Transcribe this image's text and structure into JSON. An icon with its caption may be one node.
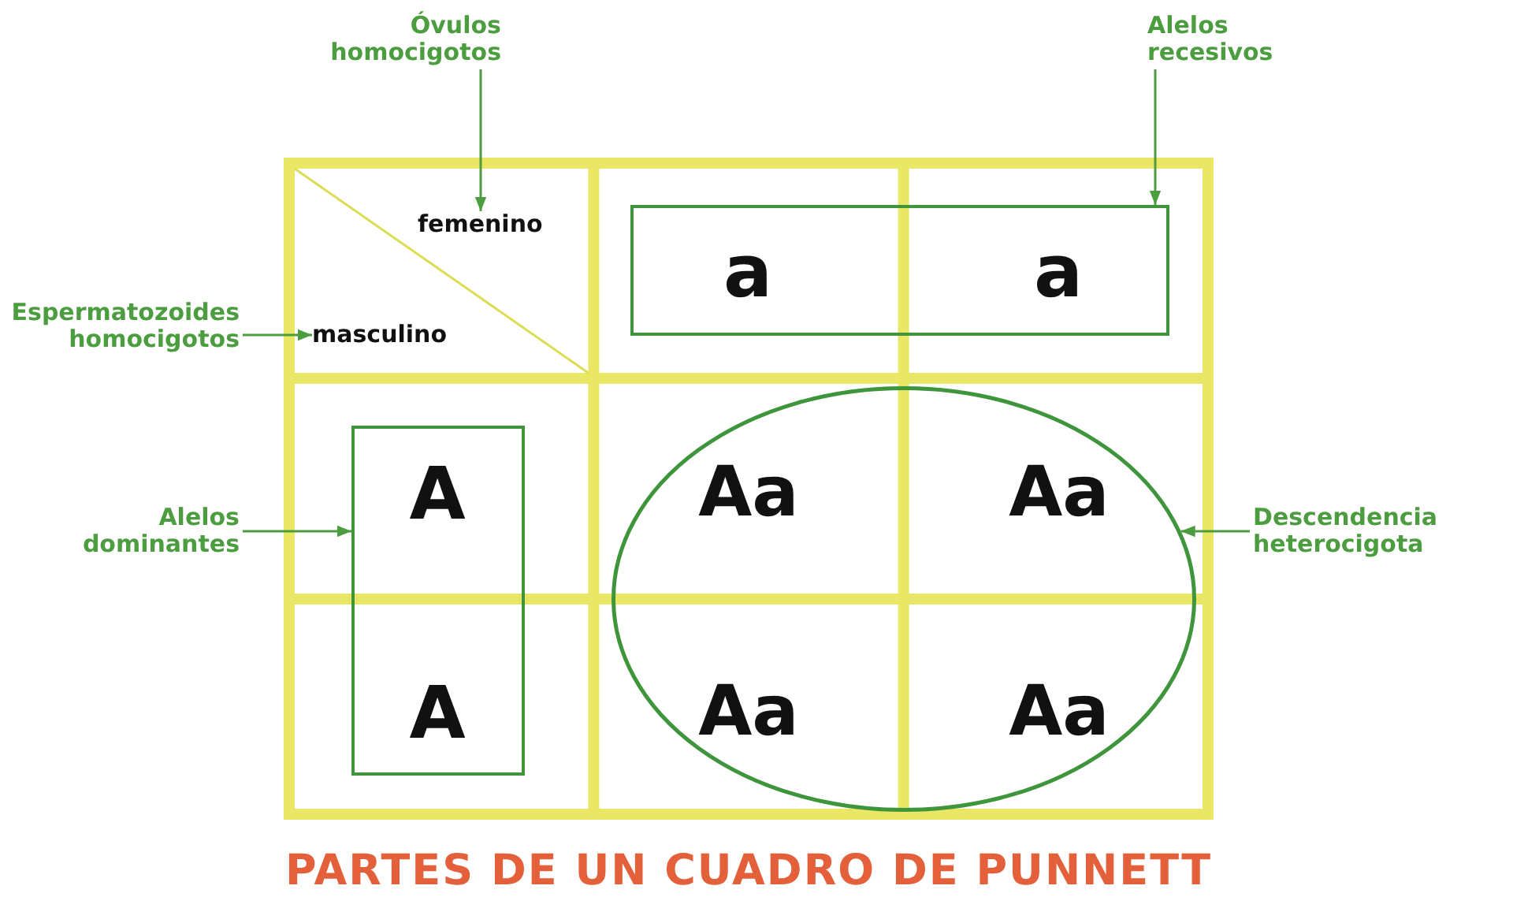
{
  "diagram": {
    "title": "PARTES DE UN CUADRO DE PUNNETT",
    "nodes": [
      {
        "text": [
          "Óvulos homocigotos"
        ]
      },
      {
        "text": [
          "Alelos recesivos"
        ]
      },
      {
        "text": [],
        "shape": "box"
      },
      {
        "text": [
          "femenino"
        ],
        "in": 2
      },
      {
        "text": [
          "a",
          "a"
        ],
        "in": 2
      },
      {
        "text": [
          "masculino"
        ],
        "in": 2
      },
      {
        "text": [
          "Espermatozoides homocigotos"
        ]
      },
      {
        "text": [
          "Alelos dominantes"
        ]
      },
      {
        "text": [
          "A",
          "A"
        ],
        "in": 2
      },
      {
        "text": [
          "Aa",
          "Aa",
          "Aa",
          "Aa"
        ],
        "in": 2
      },
      {
        "text": [
          "Descendencia heterocigota"
        ]
      }
    ],
    "edges": [
      {
        "from": 0,
        "to": 3,
        "arrow": "to"
      },
      {
        "from": 1,
        "to": 4,
        "arrow": "to"
      },
      {
        "from": 6,
        "to": 5,
        "arrow": "to"
      },
      {
        "from": 7,
        "to": 8,
        "arrow": "to"
      },
      {
        "from": 10,
        "to": 9,
        "arrow": "to"
      }
    ]
  }
}
